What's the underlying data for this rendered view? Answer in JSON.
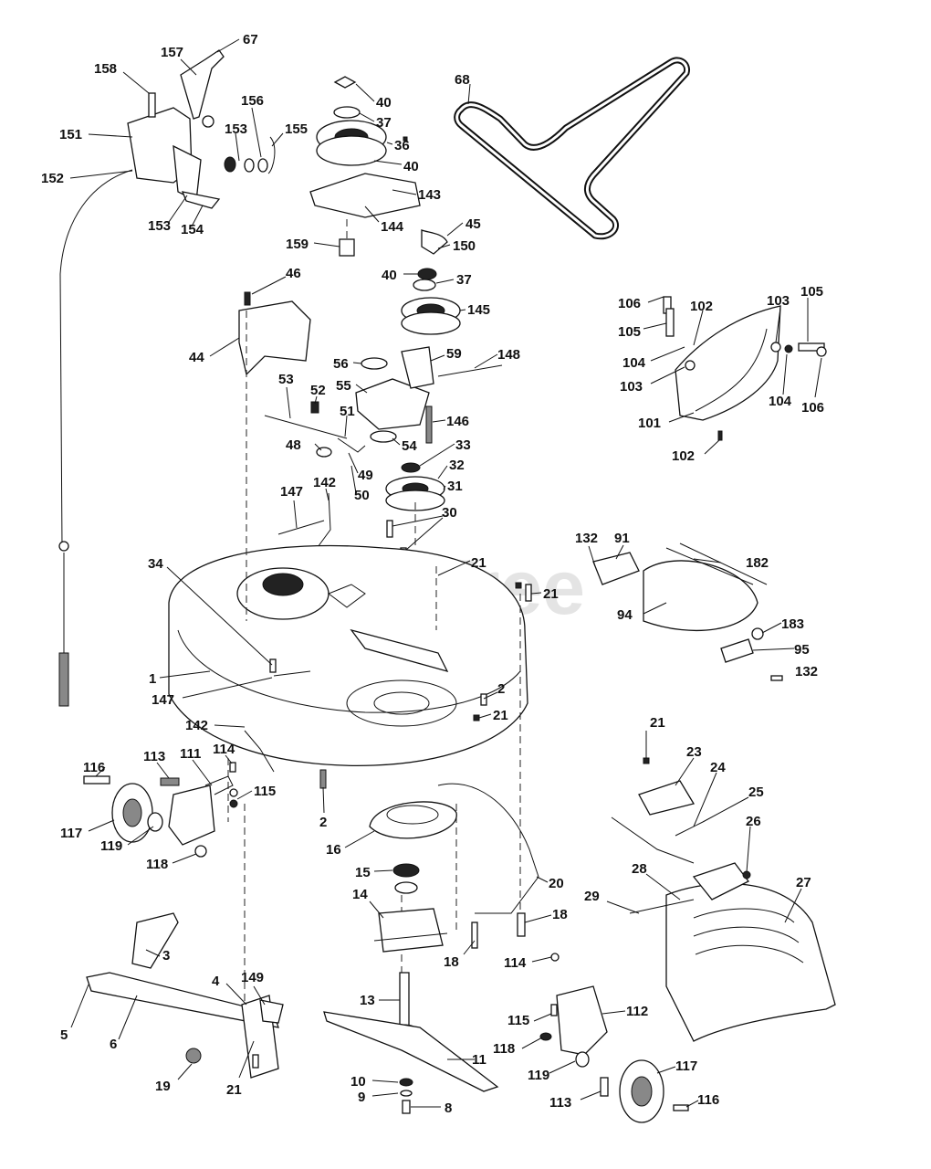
{
  "watermark": "PartsTree",
  "callouts": [
    {
      "id": "c67",
      "text": "67"
    },
    {
      "id": "c157",
      "text": "157"
    },
    {
      "id": "c158",
      "text": "158"
    },
    {
      "id": "c156",
      "text": "156"
    },
    {
      "id": "c153a",
      "text": "153"
    },
    {
      "id": "c155",
      "text": "155"
    },
    {
      "id": "c151",
      "text": "151"
    },
    {
      "id": "c152",
      "text": "152"
    },
    {
      "id": "c153b",
      "text": "153"
    },
    {
      "id": "c154",
      "text": "154"
    },
    {
      "id": "c40a",
      "text": "40"
    },
    {
      "id": "c37a",
      "text": "37"
    },
    {
      "id": "c36",
      "text": "36"
    },
    {
      "id": "c40b",
      "text": "40"
    },
    {
      "id": "c143",
      "text": "143"
    },
    {
      "id": "c144",
      "text": "144"
    },
    {
      "id": "c159",
      "text": "159"
    },
    {
      "id": "c68",
      "text": "68"
    },
    {
      "id": "c45",
      "text": "45"
    },
    {
      "id": "c150",
      "text": "150"
    },
    {
      "id": "c40c",
      "text": "40"
    },
    {
      "id": "c37b",
      "text": "37"
    },
    {
      "id": "c145",
      "text": "145"
    },
    {
      "id": "c46",
      "text": "46"
    },
    {
      "id": "c44",
      "text": "44"
    },
    {
      "id": "c56",
      "text": "56"
    },
    {
      "id": "c59",
      "text": "59"
    },
    {
      "id": "c148",
      "text": "148"
    },
    {
      "id": "c53",
      "text": "53"
    },
    {
      "id": "c52",
      "text": "52"
    },
    {
      "id": "c55",
      "text": "55"
    },
    {
      "id": "c51",
      "text": "51"
    },
    {
      "id": "c146",
      "text": "146"
    },
    {
      "id": "c48",
      "text": "48"
    },
    {
      "id": "c54",
      "text": "54"
    },
    {
      "id": "c33",
      "text": "33"
    },
    {
      "id": "c49",
      "text": "49"
    },
    {
      "id": "c32",
      "text": "32"
    },
    {
      "id": "c50",
      "text": "50"
    },
    {
      "id": "c31",
      "text": "31"
    },
    {
      "id": "c142a",
      "text": "142"
    },
    {
      "id": "c147a",
      "text": "147"
    },
    {
      "id": "c30",
      "text": "30"
    },
    {
      "id": "c106a",
      "text": "106"
    },
    {
      "id": "c102a",
      "text": "102"
    },
    {
      "id": "c103a",
      "text": "103"
    },
    {
      "id": "c105a",
      "text": "105"
    },
    {
      "id": "c105b",
      "text": "105"
    },
    {
      "id": "c104a",
      "text": "104"
    },
    {
      "id": "c103b",
      "text": "103"
    },
    {
      "id": "c104b",
      "text": "104"
    },
    {
      "id": "c106b",
      "text": "106"
    },
    {
      "id": "c101",
      "text": "101"
    },
    {
      "id": "c102b",
      "text": "102"
    },
    {
      "id": "c34",
      "text": "34"
    },
    {
      "id": "c21a",
      "text": "21"
    },
    {
      "id": "c21b",
      "text": "21"
    },
    {
      "id": "c132a",
      "text": "132"
    },
    {
      "id": "c91",
      "text": "91"
    },
    {
      "id": "c182",
      "text": "182"
    },
    {
      "id": "c94",
      "text": "94"
    },
    {
      "id": "c183",
      "text": "183"
    },
    {
      "id": "c95",
      "text": "95"
    },
    {
      "id": "c132b",
      "text": "132"
    },
    {
      "id": "c1",
      "text": "1"
    },
    {
      "id": "c147b",
      "text": "147"
    },
    {
      "id": "c2a",
      "text": "2"
    },
    {
      "id": "c21c",
      "text": "21"
    },
    {
      "id": "c142b",
      "text": "142"
    },
    {
      "id": "c21d",
      "text": "21"
    },
    {
      "id": "c116a",
      "text": "116"
    },
    {
      "id": "c113a",
      "text": "113"
    },
    {
      "id": "c111",
      "text": "111"
    },
    {
      "id": "c114a",
      "text": "114"
    },
    {
      "id": "c115a",
      "text": "115"
    },
    {
      "id": "c23",
      "text": "23"
    },
    {
      "id": "c24",
      "text": "24"
    },
    {
      "id": "c2b",
      "text": "2"
    },
    {
      "id": "c25",
      "text": "25"
    },
    {
      "id": "c117a",
      "text": "117"
    },
    {
      "id": "c119a",
      "text": "119"
    },
    {
      "id": "c118a",
      "text": "118"
    },
    {
      "id": "c16",
      "text": "16"
    },
    {
      "id": "c26",
      "text": "26"
    },
    {
      "id": "c15",
      "text": "15"
    },
    {
      "id": "c28",
      "text": "28"
    },
    {
      "id": "c27",
      "text": "27"
    },
    {
      "id": "c20",
      "text": "20"
    },
    {
      "id": "c14",
      "text": "14"
    },
    {
      "id": "c29",
      "text": "29"
    },
    {
      "id": "c18a",
      "text": "18"
    },
    {
      "id": "c3",
      "text": "3"
    },
    {
      "id": "c18b",
      "text": "18"
    },
    {
      "id": "c114b",
      "text": "114"
    },
    {
      "id": "c4",
      "text": "4"
    },
    {
      "id": "c149",
      "text": "149"
    },
    {
      "id": "c13",
      "text": "13"
    },
    {
      "id": "c112",
      "text": "112"
    },
    {
      "id": "c5",
      "text": "5"
    },
    {
      "id": "c6",
      "text": "6"
    },
    {
      "id": "c115b",
      "text": "115"
    },
    {
      "id": "c11",
      "text": "11"
    },
    {
      "id": "c118b",
      "text": "118"
    },
    {
      "id": "c119b",
      "text": "119"
    },
    {
      "id": "c117b",
      "text": "117"
    },
    {
      "id": "c19",
      "text": "19"
    },
    {
      "id": "c21e",
      "text": "21"
    },
    {
      "id": "c10",
      "text": "10"
    },
    {
      "id": "c9",
      "text": "9"
    },
    {
      "id": "c113b",
      "text": "113"
    },
    {
      "id": "c116b",
      "text": "116"
    },
    {
      "id": "c8",
      "text": "8"
    }
  ]
}
